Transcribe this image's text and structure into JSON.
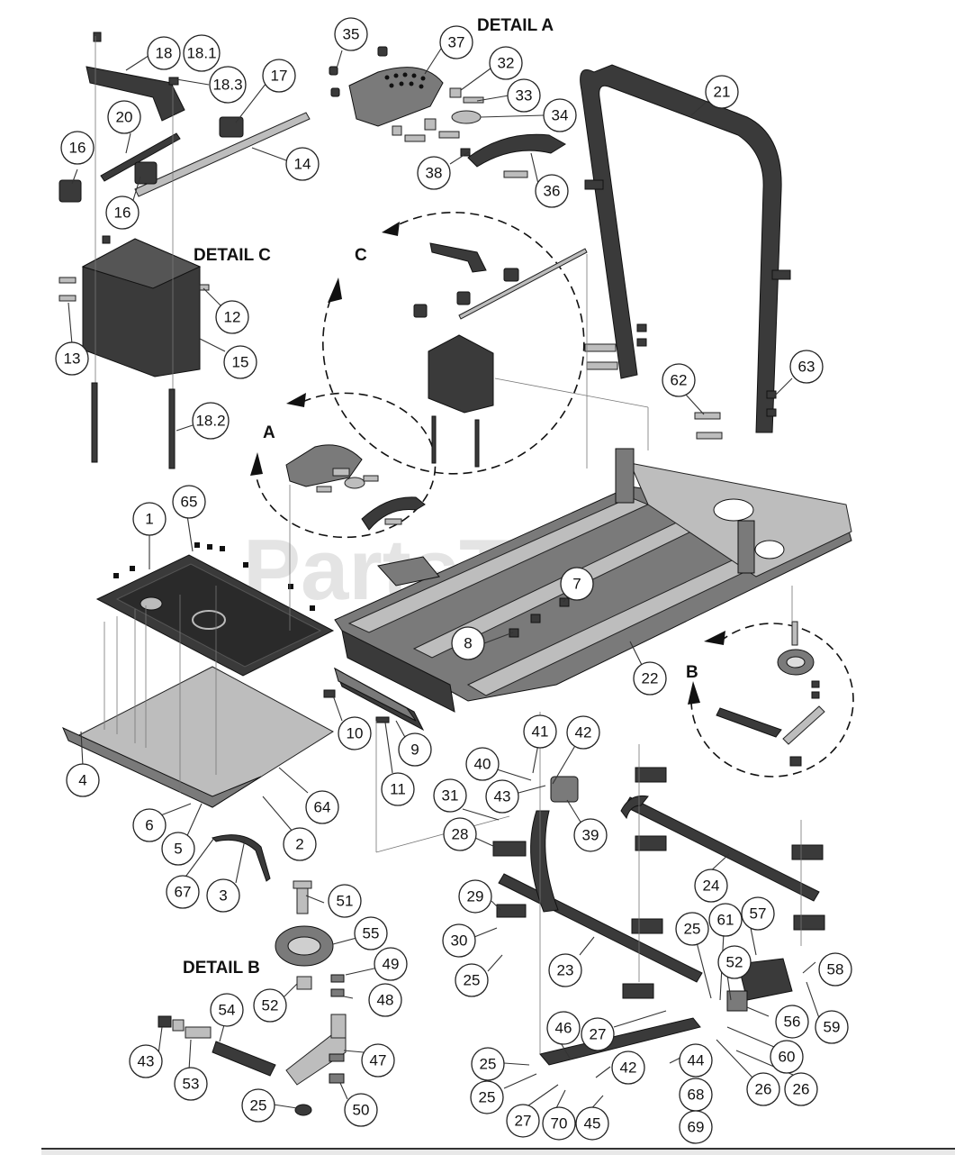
{
  "watermark": "PartsTree",
  "detail_titles": {
    "a": "DETAIL A",
    "b": "DETAIL B",
    "c": "DETAIL C"
  },
  "detail_letters": {
    "a": "A",
    "b": "B",
    "c": "C"
  },
  "callouts": [
    "35",
    "37",
    "32",
    "33",
    "34",
    "38",
    "36",
    "18",
    "18.1",
    "18.3",
    "17",
    "20",
    "14",
    "16",
    "16",
    "21",
    "12",
    "13",
    "15",
    "18.2",
    "62",
    "63",
    "1",
    "65",
    "7",
    "8",
    "22",
    "10",
    "9",
    "11",
    "4",
    "64",
    "6",
    "5",
    "2",
    "67",
    "3",
    "41",
    "42",
    "40",
    "43",
    "31",
    "39",
    "28",
    "24",
    "29",
    "25",
    "61",
    "57",
    "30",
    "25",
    "52",
    "58",
    "23",
    "51",
    "55",
    "49",
    "48",
    "52",
    "54",
    "47",
    "43",
    "53",
    "25",
    "50",
    "27",
    "46",
    "56",
    "59",
    "60",
    "25",
    "26",
    "25",
    "26",
    "42",
    "44",
    "68",
    "69",
    "27",
    "70",
    "45"
  ]
}
